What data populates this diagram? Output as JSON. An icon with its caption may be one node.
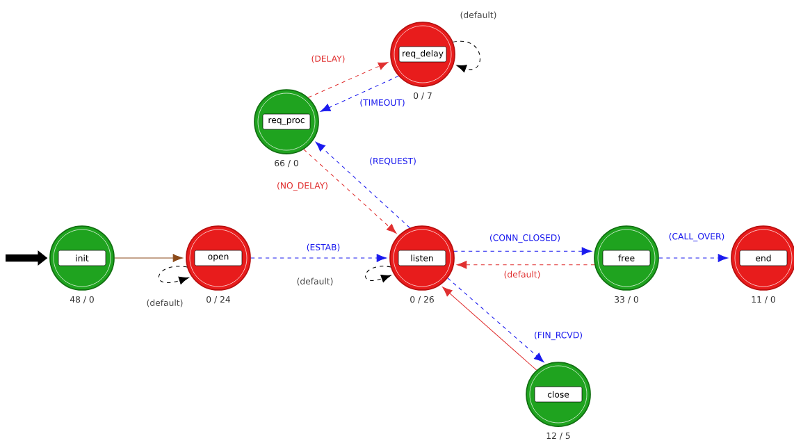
{
  "diagram": {
    "nodes": [
      {
        "text": [
          "req_delay"
        ],
        "beside": [
          "0 / 7"
        ]
      },
      {
        "text": [
          "req_proc"
        ],
        "beside": [
          "66 / 0"
        ]
      },
      {
        "text": [
          "init"
        ],
        "beside": [
          "48 / 0"
        ]
      },
      {
        "text": [
          "open"
        ],
        "beside": [
          "0 / 24"
        ]
      },
      {
        "text": [
          "listen"
        ],
        "beside": [
          "0 / 26"
        ]
      },
      {
        "text": [
          "free"
        ],
        "beside": [
          "33 / 0"
        ]
      },
      {
        "text": [
          "end"
        ],
        "beside": [
          "11 / 0"
        ]
      },
      {
        "text": [
          "close"
        ],
        "beside": [
          "12 / 5"
        ]
      }
    ],
    "edges": [
      {
        "from": null,
        "to": 2,
        "arrow": "to",
        "style": "thick",
        "color": "#000000"
      },
      {
        "from": 2,
        "to": 3,
        "arrow": "to",
        "color": "#8b4a1a"
      },
      {
        "from": 3,
        "to": 3,
        "arrow": "to",
        "label": "(default)",
        "style": "dashed",
        "color": "#000000"
      },
      {
        "from": 3,
        "to": 4,
        "arrow": "to",
        "label": "(ESTAB)",
        "style": "dashed"
      },
      {
        "from": 4,
        "to": 4,
        "arrow": "to",
        "label": "(default)",
        "style": "dashed",
        "color": "#000000"
      },
      {
        "from": 4,
        "to": 1,
        "arrow": "to",
        "label": "(REQUEST)",
        "style": "dashed"
      },
      {
        "from": 1,
        "to": 4,
        "arrow": "to",
        "label": "(NO_DELAY)",
        "style": "dashed",
        "color": "#e03030"
      },
      {
        "from": 1,
        "to": 0,
        "arrow": "to",
        "label": "(DELAY)",
        "style": "dashed",
        "color": "#e03030"
      },
      {
        "from": 0,
        "to": 1,
        "arrow": "to",
        "label": "(TIMEOUT)",
        "style": "dashed"
      },
      {
        "from": 0,
        "to": 0,
        "arrow": "to",
        "label": "(default)",
        "style": "dashed",
        "color": "#000000"
      },
      {
        "from": 4,
        "to": 5,
        "arrow": "to",
        "label": "(CONN_CLOSED)",
        "style": "dashed"
      },
      {
        "from": 5,
        "to": 4,
        "arrow": "to",
        "label": "(default)",
        "style": "dashed",
        "color": "#e03030"
      },
      {
        "from": 5,
        "to": 6,
        "arrow": "to",
        "label": "(CALL_OVER)",
        "style": "dashed"
      },
      {
        "from": 4,
        "to": 7,
        "arrow": "to",
        "label": "(FIN_RCVD)",
        "style": "dashed"
      },
      {
        "from": 7,
        "to": 4,
        "arrow": "to",
        "color": "#e03030"
      }
    ]
  }
}
